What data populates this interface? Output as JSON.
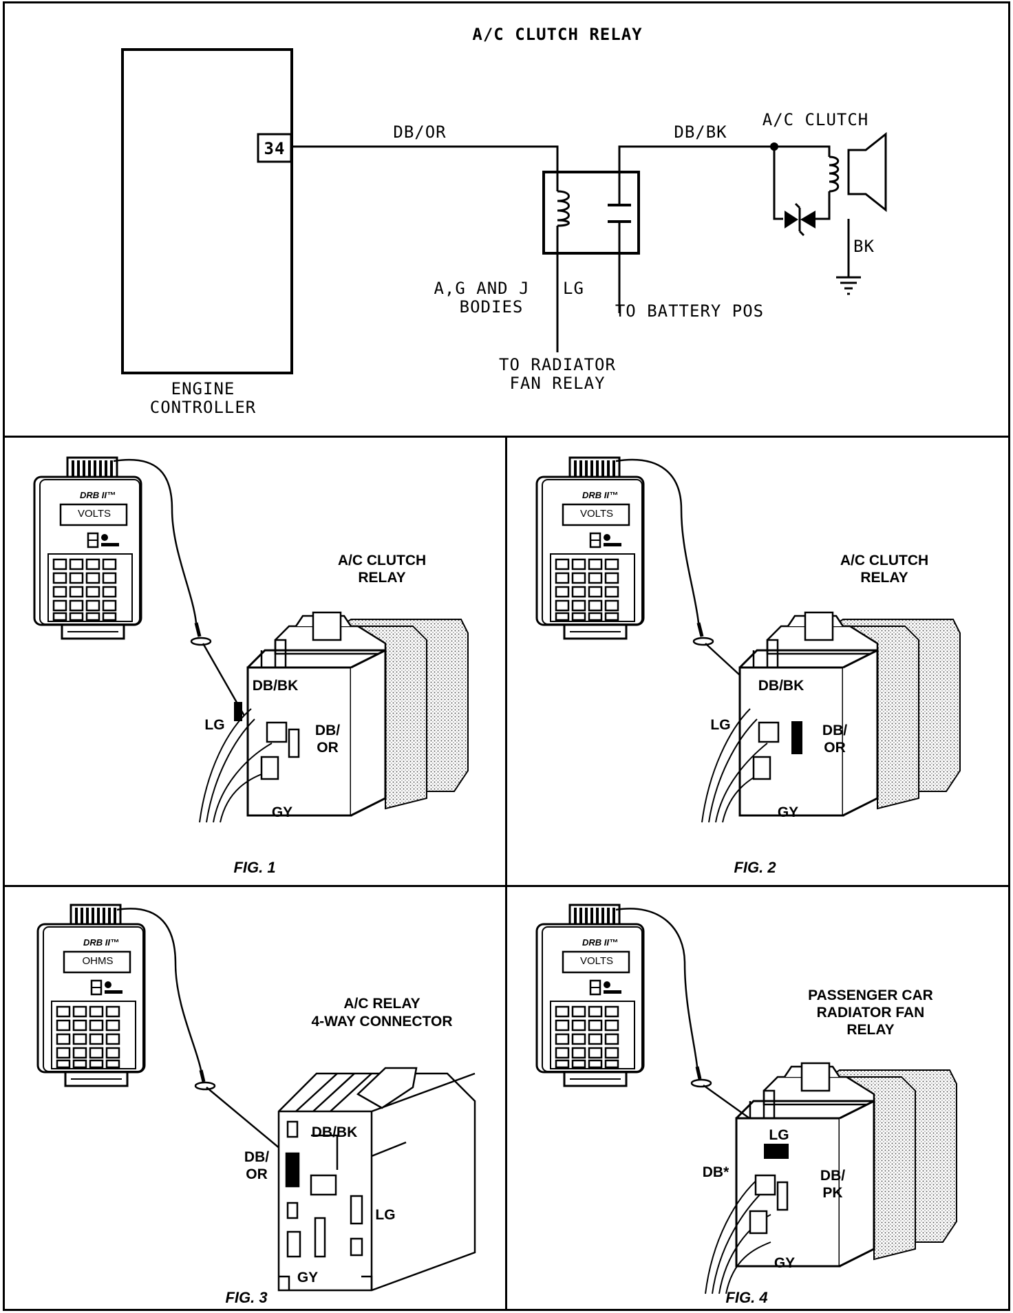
{
  "schematic": {
    "title": "A/C CLUTCH RELAY",
    "controller_pin": "34",
    "controller_label_1": "ENGINE",
    "controller_label_2": "CONTROLLER",
    "wire_db_or": "DB/OR",
    "wire_db_bk": "DB/BK",
    "clutch_label": "A/C CLUTCH",
    "wire_bk": "BK",
    "bodies_1": "A,G AND J",
    "bodies_2": "BODIES",
    "wire_lg": "LG",
    "radiator_1": "TO RADIATOR",
    "radiator_2": "FAN RELAY",
    "battery": "TO BATTERY POS"
  },
  "figures": [
    {
      "caption": "FIG. 1",
      "meter_brand": "DRB II™",
      "meter_display": "VOLTS",
      "title_1": "A/C CLUTCH",
      "title_2": "RELAY",
      "labels": [
        "DB/BK",
        "LG",
        "DB/",
        "OR",
        "GY"
      ]
    },
    {
      "caption": "FIG. 2",
      "meter_brand": "DRB II™",
      "meter_display": "VOLTS",
      "title_1": "A/C CLUTCH",
      "title_2": "RELAY",
      "labels": [
        "DB/BK",
        "LG",
        "DB/",
        "OR",
        "GY"
      ]
    },
    {
      "caption": "FIG. 3",
      "meter_brand": "DRB II™",
      "meter_display": "OHMS",
      "title_1": "A/C RELAY",
      "title_2": "4-WAY CONNECTOR",
      "labels": [
        "DB/BK",
        "DB/",
        "OR",
        "LG",
        "GY"
      ]
    },
    {
      "caption": "FIG. 4",
      "meter_brand": "DRB II™",
      "meter_display": "VOLTS",
      "title_1": "PASSENGER CAR",
      "title_2": "RADIATOR FAN",
      "title_3": "RELAY",
      "labels": [
        "LG",
        "DB*",
        "DB/",
        "PK",
        "GY"
      ]
    }
  ]
}
